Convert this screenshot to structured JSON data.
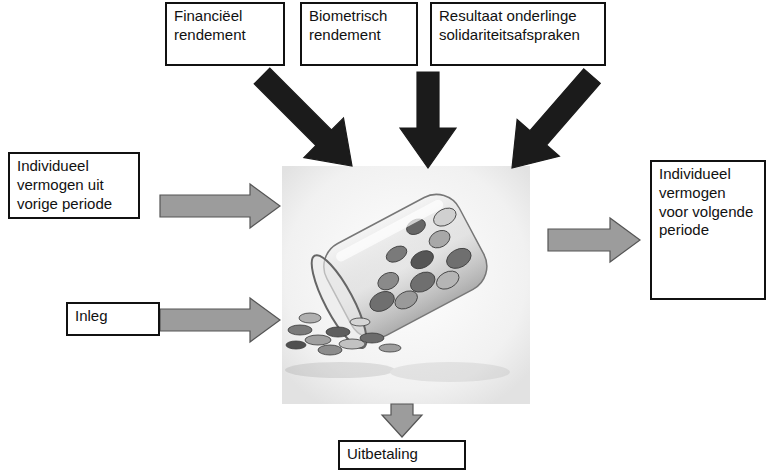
{
  "diagram": {
    "nodes": [
      {
        "text": [
          "Financiëel rendement"
        ]
      },
      {
        "text": [
          "Biometrisch rendement"
        ]
      },
      {
        "text": [
          "Resultaat onderlinge solidariteitsafspraken"
        ]
      },
      {
        "text": [
          "Individueel vermogen uit vorige periode"
        ]
      },
      {
        "text": [
          "Individueel vermogen voor volgende periode"
        ]
      },
      {
        "text": [
          "Inleg"
        ]
      },
      {
        "text": [
          "Uitbetaling"
        ]
      }
    ]
  }
}
